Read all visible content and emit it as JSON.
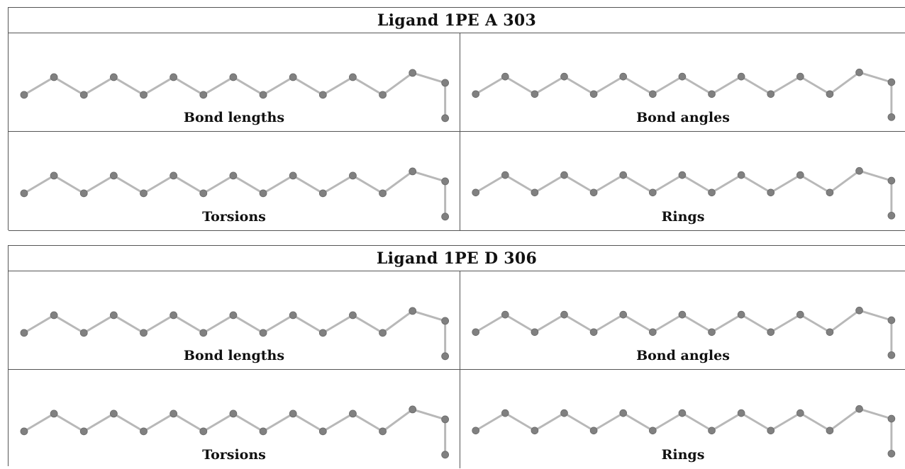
{
  "ligands": [
    {
      "title": "Ligand 1PE A 303",
      "panels": [
        "Bond lengths",
        "Bond angles",
        "Torsions",
        "Rings"
      ]
    },
    {
      "title": "Ligand 1PE D 306",
      "panels": [
        "Bond lengths",
        "Bond angles",
        "Torsions",
        "Rings"
      ]
    }
  ],
  "colors": {
    "atom": "#808080",
    "bond": "#b8b8b8",
    "border": "#555555"
  }
}
